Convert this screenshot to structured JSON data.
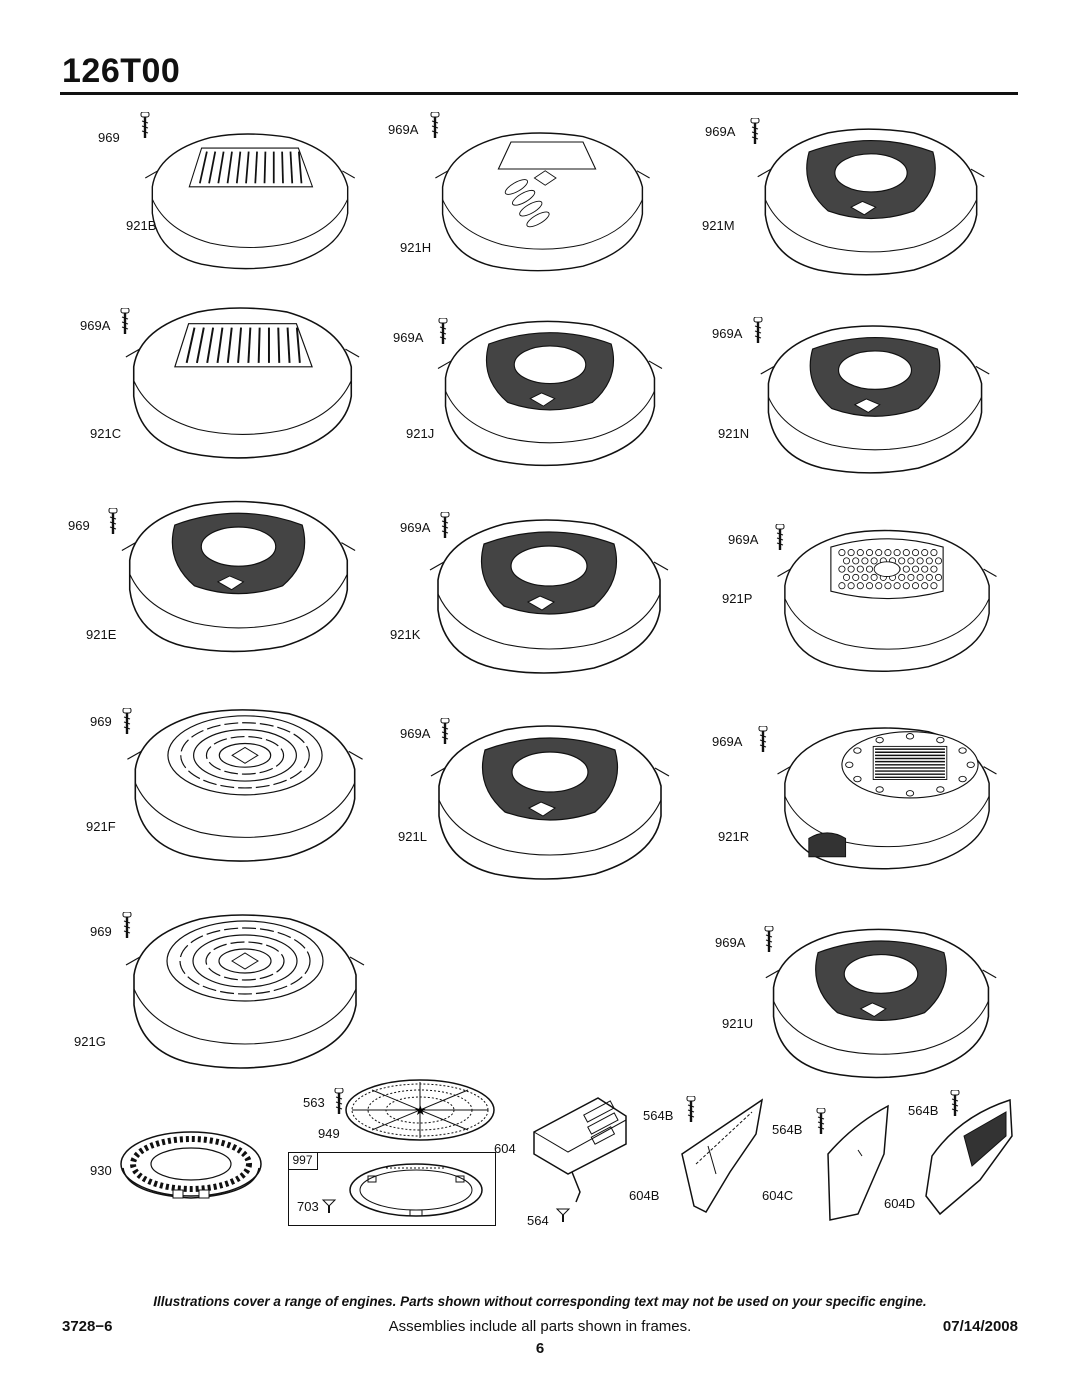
{
  "header": {
    "title": "126T00"
  },
  "parts": [
    {
      "screw": "969",
      "part": "921B",
      "style": "grille"
    },
    {
      "screw": "969A",
      "part": "921H",
      "style": "vents"
    },
    {
      "screw": "969A",
      "part": "921M",
      "style": "mesh"
    },
    {
      "screw": "969A",
      "part": "921C",
      "style": "grille"
    },
    {
      "screw": "969A",
      "part": "921J",
      "style": "mesh"
    },
    {
      "screw": "969A",
      "part": "921N",
      "style": "mesh"
    },
    {
      "screw": "969",
      "part": "921E",
      "style": "mesh"
    },
    {
      "screw": "969A",
      "part": "921K",
      "style": "mesh"
    },
    {
      "screw": "969A",
      "part": "921P",
      "style": "honeycomb"
    },
    {
      "screw": "969",
      "part": "921F",
      "style": "rings"
    },
    {
      "screw": "969A",
      "part": "921L",
      "style": "mesh"
    },
    {
      "screw": "969A",
      "part": "921R",
      "style": "dots"
    },
    {
      "screw": "969",
      "part": "921G",
      "style": "rings"
    },
    {
      "screw": "969A",
      "part": "921U",
      "style": "mesh"
    }
  ],
  "small_parts": {
    "screen_screw": "563",
    "screen": "949",
    "frame": "997",
    "retainer_screw": "703",
    "ring_guard": "930",
    "bracket": "604",
    "bracket_screw": "564",
    "screw_b1": "564B",
    "screw_b2": "564B",
    "screw_b3": "564B",
    "shield_b": "604B",
    "shield_c": "604C",
    "shield_d": "604D"
  },
  "footer": {
    "disclaimer": "Illustrations cover a range of engines. Parts shown without corresponding text may not be used on your specific engine.",
    "doc_code": "3728−6",
    "frames_note": "Assemblies include all parts shown in frames.",
    "date": "07/14/2008",
    "page": "6"
  }
}
